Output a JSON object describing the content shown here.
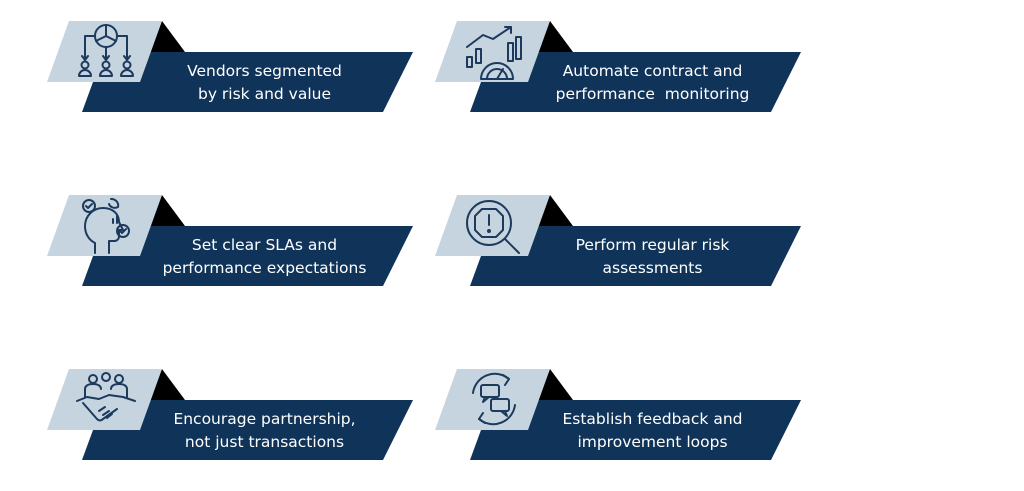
{
  "colors": {
    "light": "#c6d4e0",
    "dark": "#103459",
    "accent": "#000000",
    "icon": "#1b3a5c"
  },
  "cards": [
    {
      "icon": "vendor-segmentation-icon",
      "lines": [
        "Vendors segmented",
        "by risk and value"
      ]
    },
    {
      "icon": "performance-gauge-icon",
      "lines": [
        "Automate contract and",
        "performance  monitoring"
      ]
    },
    {
      "icon": "head-analytics-icon",
      "lines": [
        "Set clear SLAs and",
        "performance expectations"
      ]
    },
    {
      "icon": "risk-magnifier-icon",
      "lines": [
        "Perform regular risk",
        "assessments"
      ]
    },
    {
      "icon": "handshake-icon",
      "lines": [
        "Encourage partnership,",
        "not just transactions"
      ]
    },
    {
      "icon": "feedback-loop-icon",
      "lines": [
        "Establish feedback and",
        "improvement loops"
      ]
    }
  ]
}
